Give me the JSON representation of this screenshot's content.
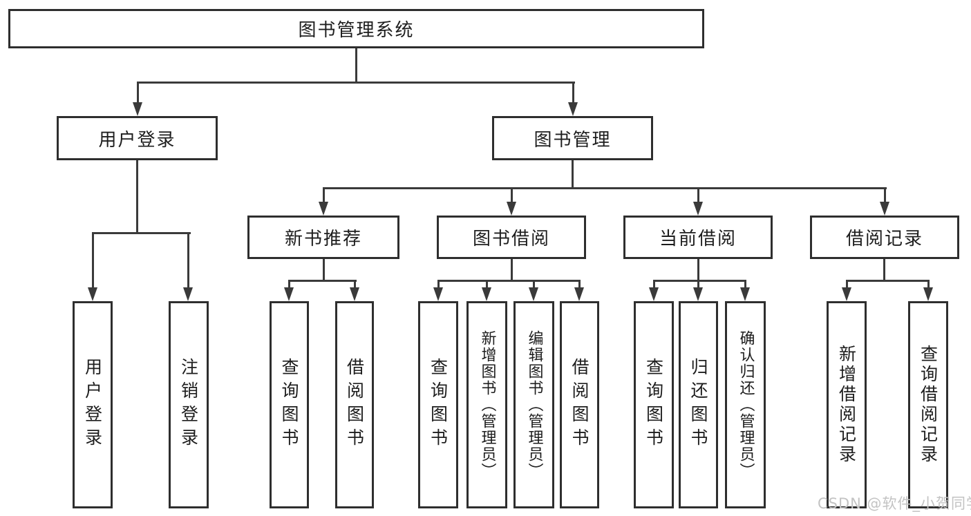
{
  "diagram": {
    "type": "hierarchy-tree",
    "root": {
      "label": "图书管理系统",
      "children": [
        {
          "label": "用户登录",
          "children": [
            {
              "label": "用户登录"
            },
            {
              "label": "注销登录"
            }
          ]
        },
        {
          "label": "图书管理",
          "children": [
            {
              "label": "新书推荐",
              "children": [
                {
                  "label": "查询图书"
                },
                {
                  "label": "借阅图书"
                }
              ]
            },
            {
              "label": "图书借阅",
              "children": [
                {
                  "label": "查询图书"
                },
                {
                  "label": "新增图书（管理员）"
                },
                {
                  "label": "编辑图书（管理员）"
                },
                {
                  "label": "借阅图书"
                }
              ]
            },
            {
              "label": "当前借阅",
              "children": [
                {
                  "label": "查询图书"
                },
                {
                  "label": "归还图书"
                },
                {
                  "label": "确认归还（管理员）"
                }
              ]
            },
            {
              "label": "借阅记录",
              "children": [
                {
                  "label": "新增借阅记录"
                },
                {
                  "label": "查询借阅记录"
                }
              ]
            }
          ]
        }
      ]
    }
  },
  "watermark": {
    "text": "CSDN @软件_小贺同学"
  },
  "colors": {
    "line": "#3a3a3a",
    "box_border": "#2e2e2e",
    "text": "#1d1d1d",
    "watermark": "#c3c3c3",
    "background": "#ffffff"
  }
}
